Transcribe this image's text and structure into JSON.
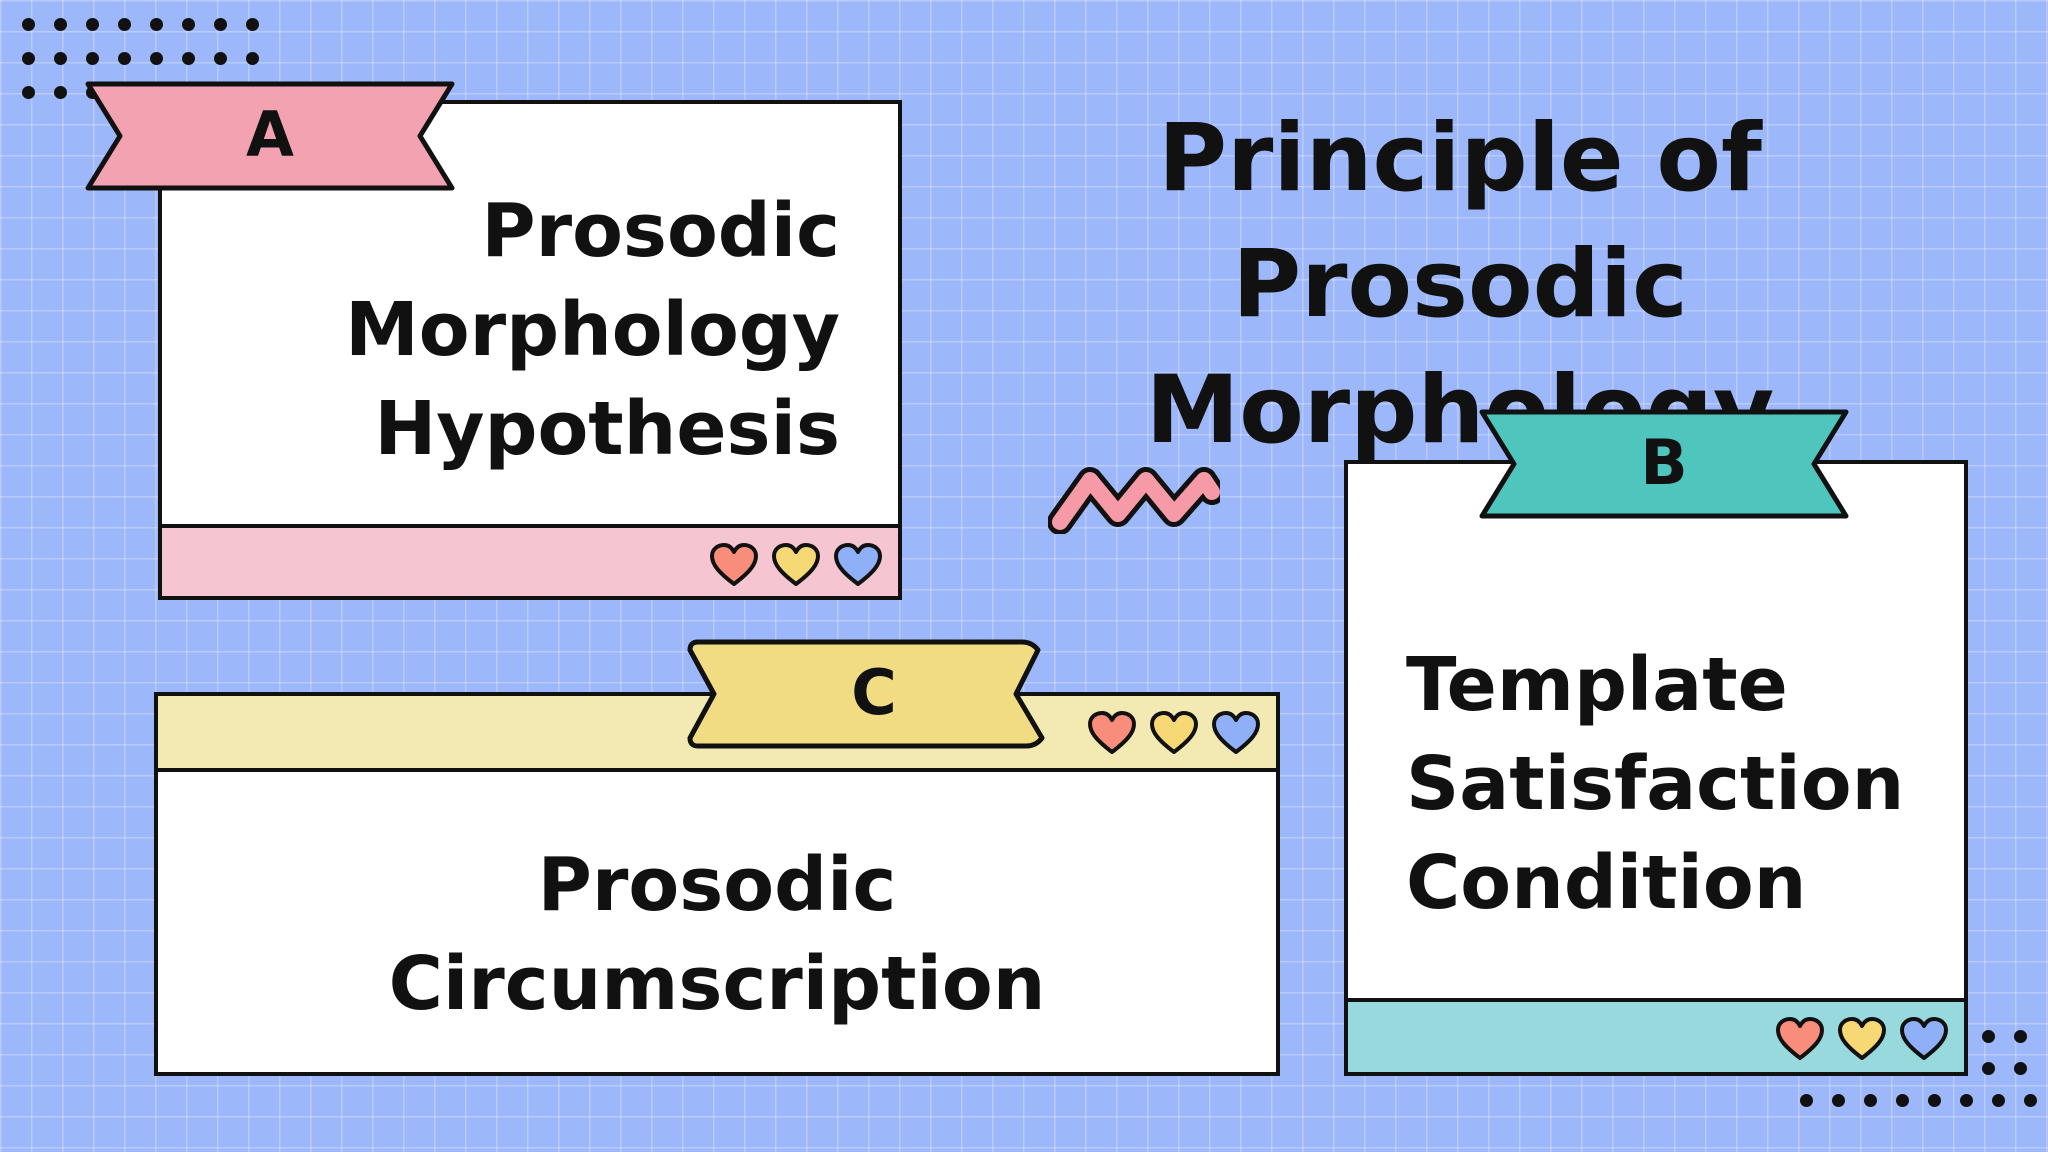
{
  "title": {
    "line1": "Principle of Prosodic",
    "line2": "Morphology"
  },
  "cards": {
    "a": {
      "tag": "A",
      "lines": [
        "Prosodic",
        "Morphology",
        "Hypothesis"
      ],
      "accent": "#f3a2b1",
      "strip": "#f5c5d1"
    },
    "b": {
      "tag": "B",
      "lines": [
        "Template",
        "Satisfaction",
        "Condition"
      ],
      "accent": "#4ec5bd",
      "strip": "#97d9dc"
    },
    "c": {
      "tag": "C",
      "lines": [
        "Prosodic",
        "Circumscription"
      ],
      "accent": "#f1dc84",
      "strip": "#f2e9b3"
    }
  },
  "hearts": [
    "#f88d7c",
    "#f6d874",
    "#8fb0f6"
  ],
  "icons": [
    "heart-icon",
    "zigzag-icon",
    "dot-grid"
  ]
}
